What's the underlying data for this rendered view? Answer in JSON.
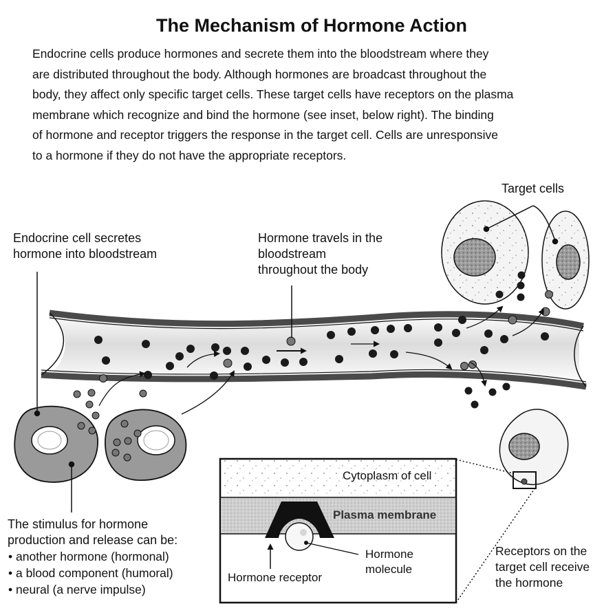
{
  "title": "The Mechanism of Hormone Action",
  "intro_lines": [
    "Endocrine cells produce hormones and secrete them into the bloodstream where they",
    "are distributed throughout the body. Although hormones are broadcast throughout the",
    "body, they affect only specific target cells. These target cells have receptors on the plasma",
    "membrane which recognize and bind the hormone (see inset, below right). The binding",
    "of hormone and receptor triggers the response in the target cell. Cells are unresponsive",
    "to a hormone if they do not have the appropriate receptors."
  ],
  "labels": {
    "target_cells": "Target cells",
    "endocrine_line1": "Endocrine cell secretes",
    "endocrine_line2": "hormone into bloodstream",
    "travels_line1": "Hormone travels in the",
    "travels_line2": "bloodstream",
    "travels_line3": "throughout the body",
    "stimulus_line1": "The stimulus for hormone",
    "stimulus_line2": "production and release can be:",
    "stimulus_items": [
      "another hormone (hormonal)",
      "a blood component (humoral)",
      "neural (a nerve impulse)"
    ],
    "receptors_line1": "Receptors on the",
    "receptors_line2": "target cell receive",
    "receptors_line3": "the hormone"
  },
  "inset": {
    "cytoplasm": "Cytoplasm of cell",
    "membrane": "Plasma membrane",
    "molecule_line1": "Hormone",
    "molecule_line2": "molecule",
    "receptor": "Hormone receptor"
  },
  "colors": {
    "vessel_wall": "#4a4a4a",
    "cell_fill": "#9a9a9a",
    "hormone_dot": "#1a1a1a",
    "membrane_band": "#c8c8c8"
  }
}
